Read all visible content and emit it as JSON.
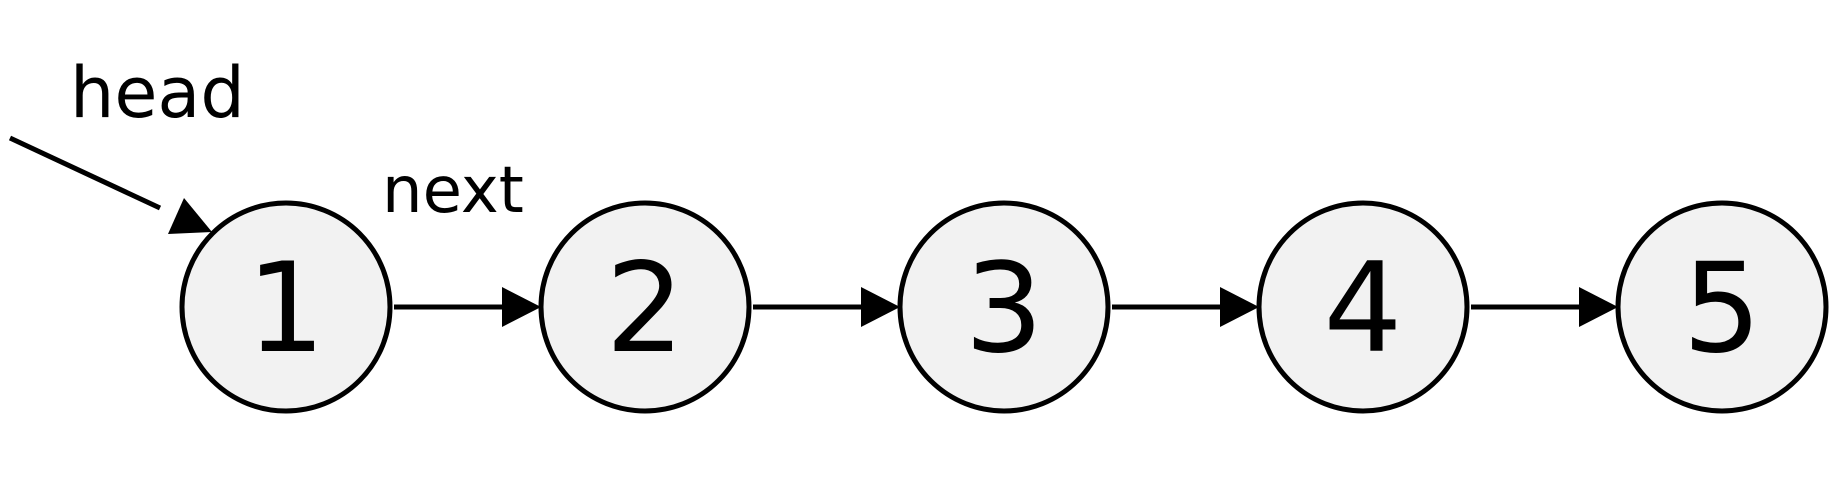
{
  "labels": {
    "head": "head",
    "next": "next"
  },
  "nodes": [
    {
      "value": "1"
    },
    {
      "value": "2"
    },
    {
      "value": "3"
    },
    {
      "value": "4"
    },
    {
      "value": "5"
    }
  ],
  "colors": {
    "node_fill": "#f2f2f2",
    "stroke": "#000000",
    "background": "#ffffff"
  }
}
